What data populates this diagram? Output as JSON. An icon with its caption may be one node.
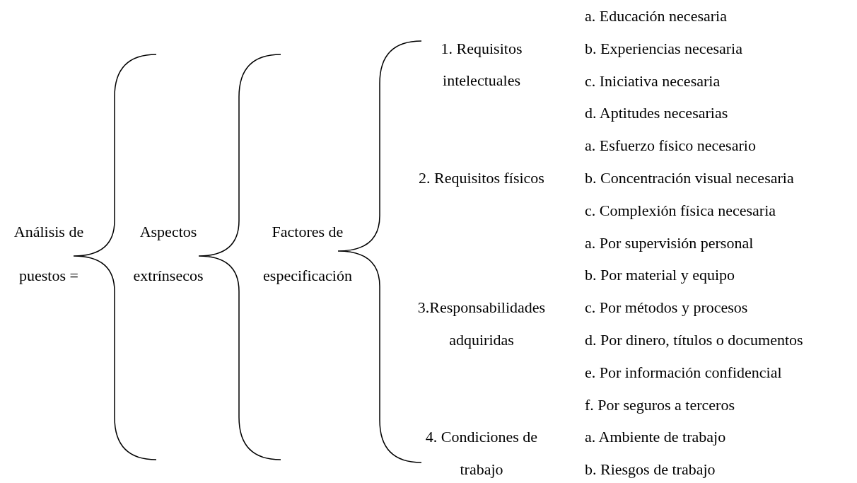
{
  "diagram": {
    "labels": [
      "Análisis de puestos =",
      "Aspectos extrínsecos",
      "Factores de especificación",
      "1. Requisitos intelectuales",
      "a. Educación necesaria",
      "b. Experiencias necesaria",
      "c. Iniciativa necesaria",
      "d. Aptitudes necesarias",
      "2. Requisitos físicos",
      "a. Esfuerzo físico necesario",
      "b. Concentración visual necesaria",
      "c. Complexión física necesaria",
      "3.Responsabilidades adquiridas",
      "a. Por supervisión personal",
      "b. Por material y equipo",
      "c. Por métodos y procesos",
      "d. Por dinero, títulos o documentos",
      "e. Por información confidencial",
      "f. Por seguros a terceros",
      "4. Condiciones de trabajo",
      "a. Ambiente de trabajo",
      "b. Riesgos de trabajo"
    ]
  }
}
